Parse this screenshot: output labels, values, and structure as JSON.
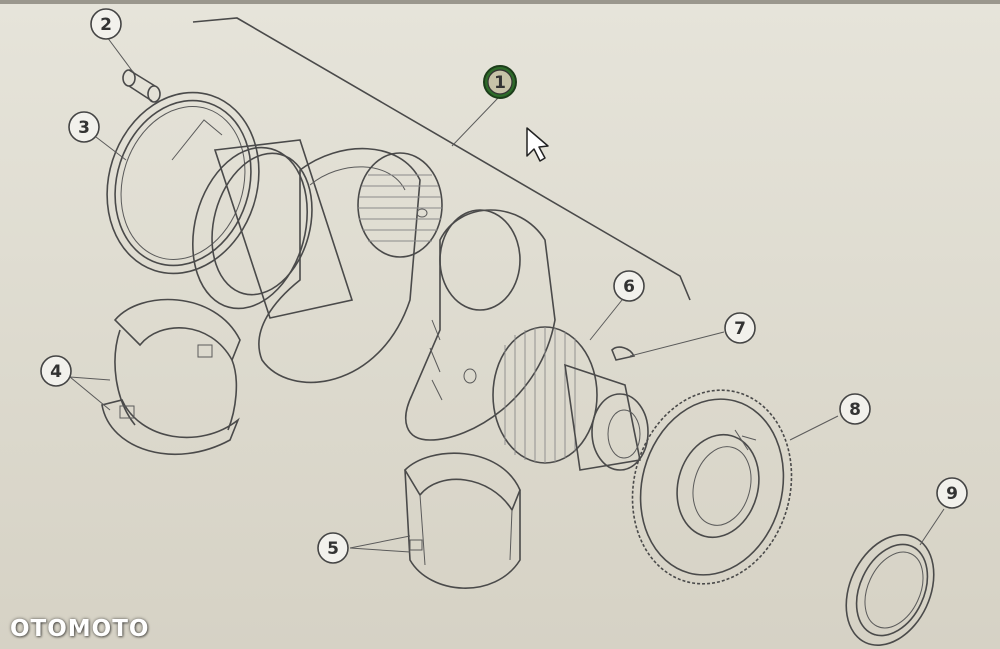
{
  "diagram": {
    "callouts": [
      {
        "id": "1",
        "label": "1"
      },
      {
        "id": "2",
        "label": "2"
      },
      {
        "id": "3",
        "label": "3"
      },
      {
        "id": "4",
        "label": "4"
      },
      {
        "id": "5",
        "label": "5"
      },
      {
        "id": "6",
        "label": "6"
      },
      {
        "id": "7",
        "label": "7"
      },
      {
        "id": "8",
        "label": "8"
      },
      {
        "id": "9",
        "label": "9"
      }
    ],
    "icons": [
      "mouse-cursor-icon"
    ]
  },
  "watermark": {
    "text": "OTOMOTO"
  },
  "colors": {
    "background": "#dedbd0",
    "line": "#4a4a4a",
    "callout_fill": "#f2f1ec",
    "highlight_callout": "#2e6b2a"
  }
}
